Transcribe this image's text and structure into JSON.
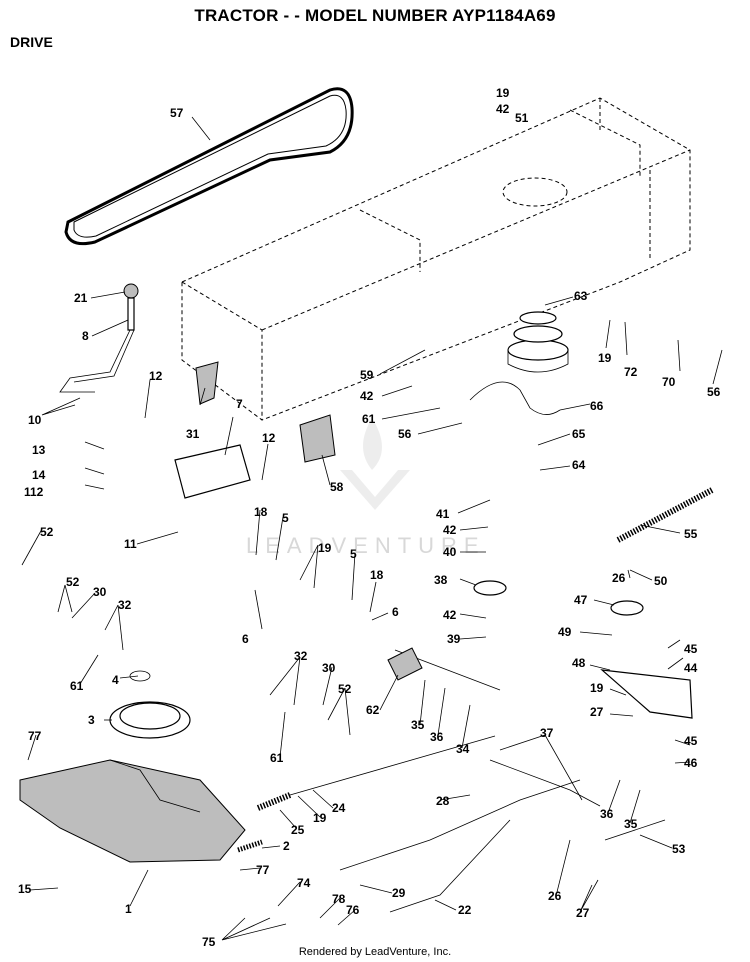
{
  "title": "TRACTOR - - MODEL NUMBER AYP1184A69",
  "section": "DRIVE",
  "watermark": "LEADVENTURE",
  "footer": "Rendered by LeadVenture, Inc.",
  "callouts": [
    {
      "id": "c57",
      "text": "57"
    },
    {
      "id": "c19a",
      "text": "19"
    },
    {
      "id": "c42a",
      "text": "42"
    },
    {
      "id": "c51",
      "text": "51"
    },
    {
      "id": "c21",
      "text": "21"
    },
    {
      "id": "c8",
      "text": "8"
    },
    {
      "id": "c63",
      "text": "63"
    },
    {
      "id": "c19b",
      "text": "19"
    },
    {
      "id": "c72",
      "text": "72"
    },
    {
      "id": "c70",
      "text": "70"
    },
    {
      "id": "c56a",
      "text": "56"
    },
    {
      "id": "c12a",
      "text": "12"
    },
    {
      "id": "c10",
      "text": "10"
    },
    {
      "id": "c59",
      "text": "59"
    },
    {
      "id": "c42b",
      "text": "42"
    },
    {
      "id": "c61a",
      "text": "61"
    },
    {
      "id": "c56b",
      "text": "56"
    },
    {
      "id": "c66",
      "text": "66"
    },
    {
      "id": "c31",
      "text": "31"
    },
    {
      "id": "c7",
      "text": "7"
    },
    {
      "id": "c12b",
      "text": "12"
    },
    {
      "id": "c13",
      "text": "13"
    },
    {
      "id": "c14",
      "text": "14"
    },
    {
      "id": "c112",
      "text": "112"
    },
    {
      "id": "c58",
      "text": "58"
    },
    {
      "id": "c65",
      "text": "65"
    },
    {
      "id": "c64",
      "text": "64"
    },
    {
      "id": "c41",
      "text": "41"
    },
    {
      "id": "c42c",
      "text": "42"
    },
    {
      "id": "c40",
      "text": "40"
    },
    {
      "id": "c55",
      "text": "55"
    },
    {
      "id": "c52a",
      "text": "52"
    },
    {
      "id": "c11",
      "text": "11"
    },
    {
      "id": "c18a",
      "text": "18"
    },
    {
      "id": "c5a",
      "text": "5"
    },
    {
      "id": "c19c",
      "text": "19"
    },
    {
      "id": "c5b",
      "text": "5"
    },
    {
      "id": "c38",
      "text": "38"
    },
    {
      "id": "c26a",
      "text": "26"
    },
    {
      "id": "c50",
      "text": "50"
    },
    {
      "id": "c47",
      "text": "47"
    },
    {
      "id": "c52b",
      "text": "52"
    },
    {
      "id": "c30a",
      "text": "30"
    },
    {
      "id": "c32a",
      "text": "32"
    },
    {
      "id": "c18b",
      "text": "18"
    },
    {
      "id": "c6a",
      "text": "6"
    },
    {
      "id": "c6b",
      "text": "6"
    },
    {
      "id": "c42d",
      "text": "42"
    },
    {
      "id": "c39",
      "text": "39"
    },
    {
      "id": "c49",
      "text": "49"
    },
    {
      "id": "c45a",
      "text": "45"
    },
    {
      "id": "c44",
      "text": "44"
    },
    {
      "id": "c48",
      "text": "48"
    },
    {
      "id": "c61b",
      "text": "61"
    },
    {
      "id": "c4",
      "text": "4"
    },
    {
      "id": "c32b",
      "text": "32"
    },
    {
      "id": "c30b",
      "text": "30"
    },
    {
      "id": "c52c",
      "text": "52"
    },
    {
      "id": "c62",
      "text": "62"
    },
    {
      "id": "c19d",
      "text": "19"
    },
    {
      "id": "c27a",
      "text": "27"
    },
    {
      "id": "c3",
      "text": "3"
    },
    {
      "id": "c35a",
      "text": "35"
    },
    {
      "id": "c36a",
      "text": "36"
    },
    {
      "id": "c34",
      "text": "34"
    },
    {
      "id": "c61c",
      "text": "61"
    },
    {
      "id": "c37",
      "text": "37"
    },
    {
      "id": "c45b",
      "text": "45"
    },
    {
      "id": "c46",
      "text": "46"
    },
    {
      "id": "c77a",
      "text": "77"
    },
    {
      "id": "c24",
      "text": "24"
    },
    {
      "id": "c19e",
      "text": "19"
    },
    {
      "id": "c28",
      "text": "28"
    },
    {
      "id": "c36b",
      "text": "36"
    },
    {
      "id": "c35b",
      "text": "35"
    },
    {
      "id": "c25",
      "text": "25"
    },
    {
      "id": "c2",
      "text": "2"
    },
    {
      "id": "c53",
      "text": "53"
    },
    {
      "id": "c77b",
      "text": "77"
    },
    {
      "id": "c15",
      "text": "15"
    },
    {
      "id": "c1",
      "text": "1"
    },
    {
      "id": "c74",
      "text": "74"
    },
    {
      "id": "c29",
      "text": "29"
    },
    {
      "id": "c26b",
      "text": "26"
    },
    {
      "id": "c78",
      "text": "78"
    },
    {
      "id": "c76",
      "text": "76"
    },
    {
      "id": "c22",
      "text": "22"
    },
    {
      "id": "c27b",
      "text": "27"
    },
    {
      "id": "c75",
      "text": "75"
    }
  ]
}
